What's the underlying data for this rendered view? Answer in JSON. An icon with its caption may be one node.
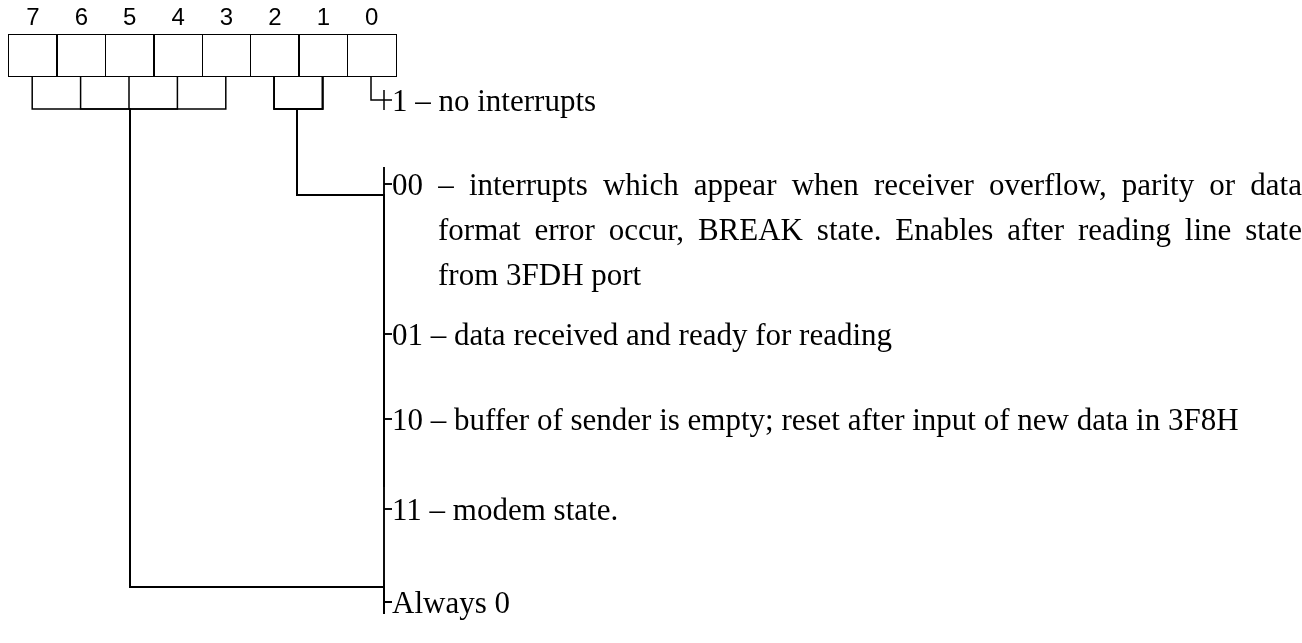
{
  "diagram": {
    "nodes": [
      {
        "text": [
          "7"
        ]
      },
      {
        "text": [
          "6"
        ]
      },
      {
        "text": [
          "5"
        ]
      },
      {
        "text": [
          "4"
        ]
      },
      {
        "text": [
          "3"
        ]
      },
      {
        "text": [
          "2"
        ]
      },
      {
        "text": [
          "1"
        ]
      },
      {
        "text": [
          "0"
        ]
      },
      {
        "text": [
          "1 – no interrupts"
        ]
      },
      {
        "text": [
          "00 – interrupts which appear when receiver overflow, parity or data format error occur, BREAK state. Enables after reading line state from 3FDH port"
        ]
      },
      {
        "text": [
          "01 – data received and ready for reading"
        ]
      },
      {
        "text": [
          "10 – buffer of sender is empty; reset after input of new data in 3F8H"
        ]
      },
      {
        "text": [
          "11 – modem state."
        ]
      },
      {
        "text": [
          "Always 0"
        ]
      }
    ],
    "edges": [
      {
        "from": 7,
        "to": 8,
        "arrow": "none"
      },
      {
        "from": 5,
        "to": 9,
        "arrow": "none"
      },
      {
        "from": 6,
        "to": 9,
        "arrow": "none"
      },
      {
        "from": 5,
        "to": 10,
        "arrow": "none"
      },
      {
        "from": 6,
        "to": 10,
        "arrow": "none"
      },
      {
        "from": 5,
        "to": 11,
        "arrow": "none"
      },
      {
        "from": 6,
        "to": 11,
        "arrow": "none"
      },
      {
        "from": 5,
        "to": 12,
        "arrow": "none"
      },
      {
        "from": 6,
        "to": 12,
        "arrow": "none"
      },
      {
        "from": 0,
        "to": 13,
        "arrow": "none"
      },
      {
        "from": 1,
        "to": 13,
        "arrow": "none"
      },
      {
        "from": 2,
        "to": 13,
        "arrow": "none"
      },
      {
        "from": 3,
        "to": 13,
        "arrow": "none"
      },
      {
        "from": 4,
        "to": 13,
        "arrow": "none"
      }
    ]
  }
}
